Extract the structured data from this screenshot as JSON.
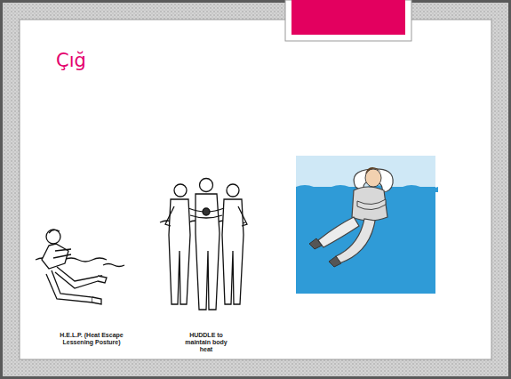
{
  "diagram": {
    "title": "Çığ",
    "labels": [
      "H.E.L.P. (Heat Escape Lessening Posture)",
      "HUDDLE to maintain body heat"
    ]
  }
}
